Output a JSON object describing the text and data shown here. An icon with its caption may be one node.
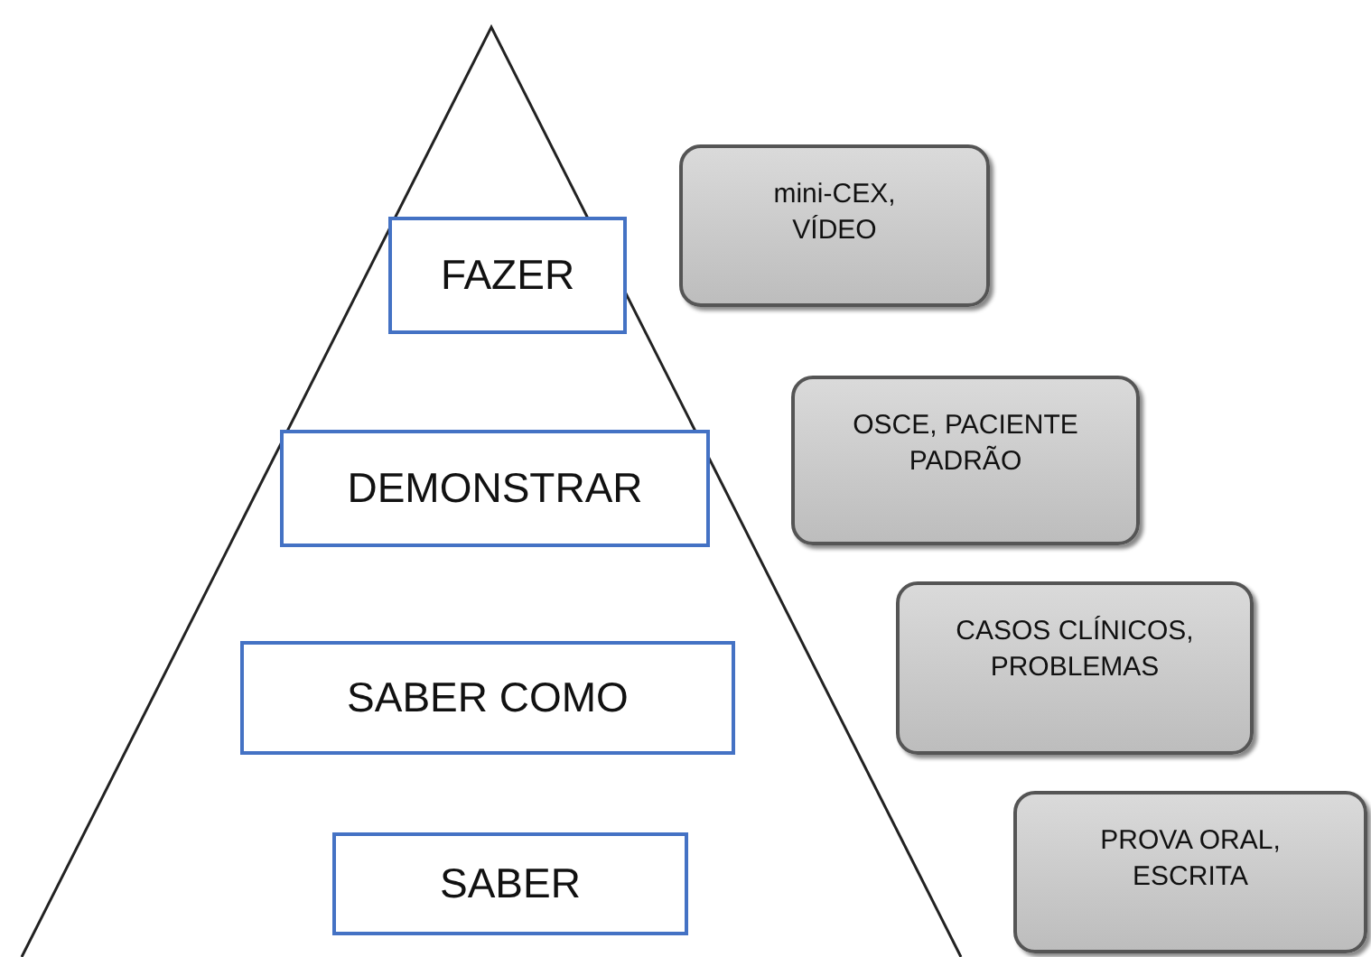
{
  "diagram": {
    "nodes": [
      {
        "text": [
          "FAZER"
        ]
      },
      {
        "text": [
          "mini-CEX, VÍDEO"
        ]
      },
      {
        "text": [
          "DEMONSTRAR"
        ]
      },
      {
        "text": [
          "OSCE, PACIENTE PADRÃO"
        ]
      },
      {
        "text": [
          "SABER COMO"
        ]
      },
      {
        "text": [
          "CASOS CLÍNICOS, PROBLEMAS"
        ]
      },
      {
        "text": [
          "SABER"
        ]
      },
      {
        "text": [
          "PROVA ORAL, ESCRITA"
        ]
      }
    ]
  }
}
